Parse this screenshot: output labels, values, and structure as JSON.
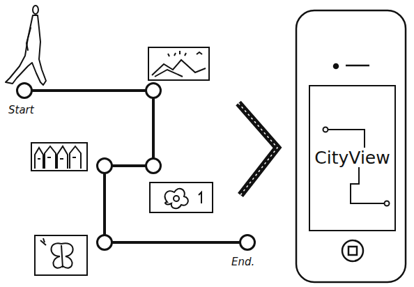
{
  "diagram": {
    "nodes": [
      {
        "text": [
          "Start"
        ]
      },
      {
        "text": []
      },
      {
        "text": []
      },
      {
        "text": []
      },
      {
        "text": []
      },
      {
        "text": [
          "End."
        ]
      },
      {
        "text": [
          "CityView"
        ]
      }
    ],
    "edges": [
      {
        "from": 0,
        "to": 1,
        "arrow": "none"
      },
      {
        "from": 1,
        "to": 2,
        "arrow": "none"
      },
      {
        "from": 2,
        "to": 3,
        "arrow": "none"
      },
      {
        "from": 3,
        "to": 4,
        "arrow": "none"
      },
      {
        "from": 4,
        "to": 5,
        "arrow": "none"
      }
    ]
  }
}
